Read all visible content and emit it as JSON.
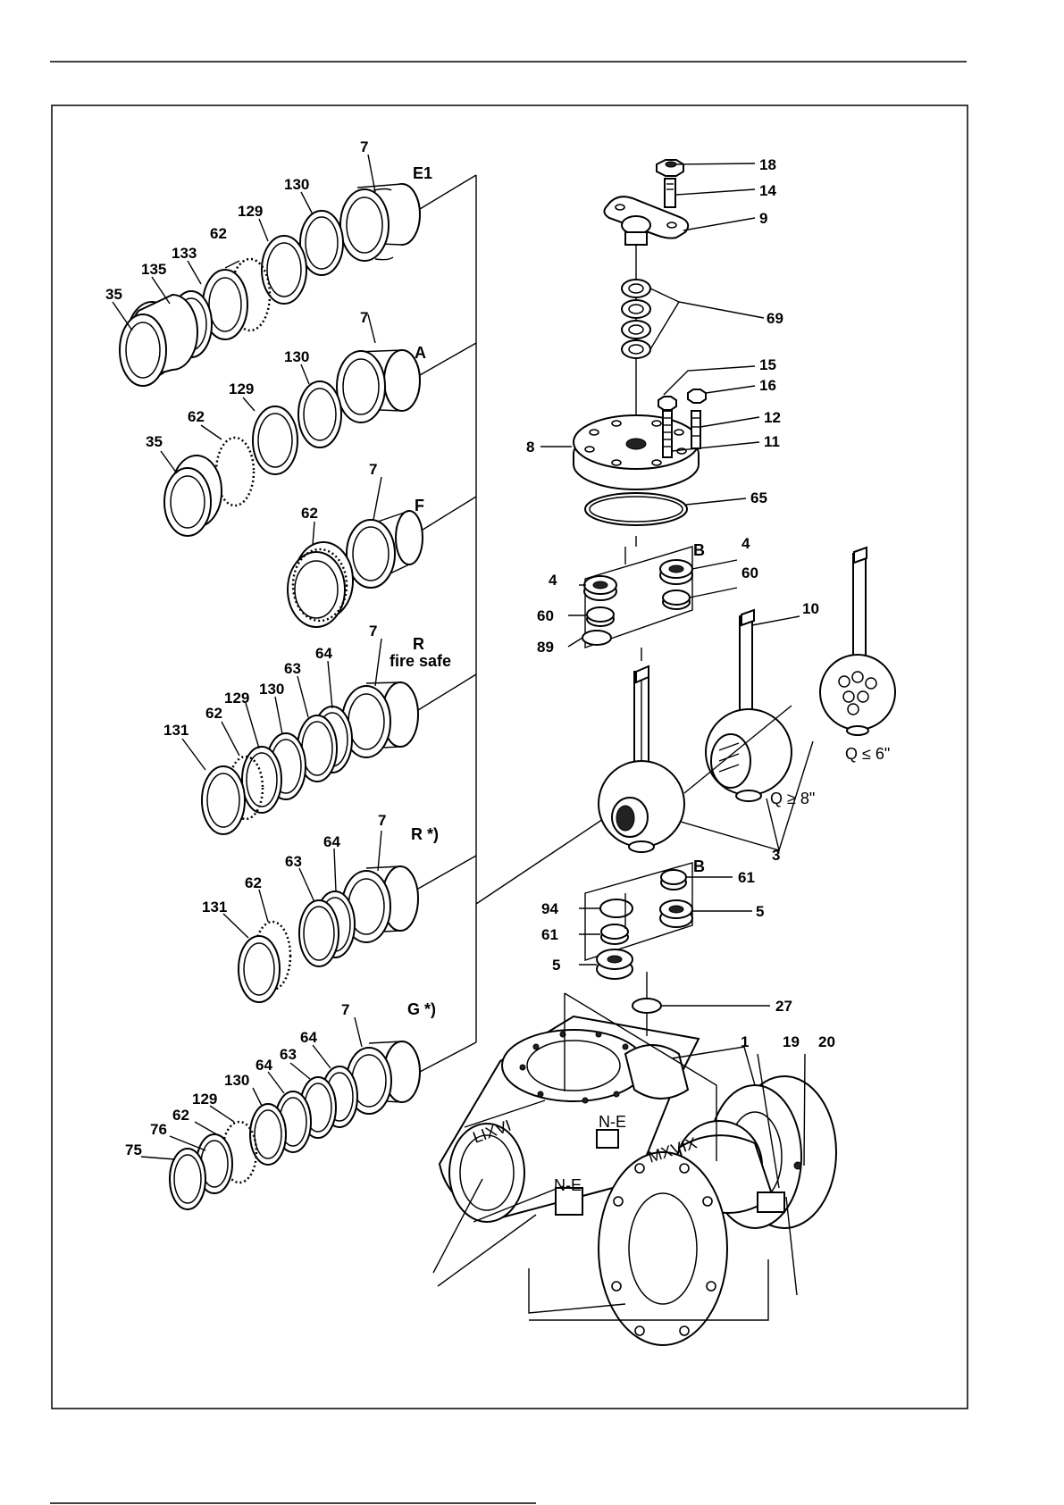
{
  "figure": {
    "variants": {
      "E1": "E1",
      "A": "A",
      "F": "F",
      "R_line1": "R",
      "R_line2": "fire safe",
      "R_star": "R *)",
      "G_star": "G *)",
      "B_upper": "B",
      "B_lower": "B",
      "Q_small": "Q ≤ 6\"",
      "Q_large": "Q ≥ 8\""
    },
    "callouts": {
      "c18": "18",
      "c14": "14",
      "c9": "9",
      "c69": "69",
      "c15": "15",
      "c16": "16",
      "c12": "12",
      "c11": "11",
      "c8": "8",
      "c65": "65",
      "c4a": "4",
      "c4b": "4",
      "c60a": "60",
      "c60b": "60",
      "c89": "89",
      "c10": "10",
      "c3": "3",
      "c61a": "61",
      "c61b": "61",
      "c94": "94",
      "c5a": "5",
      "c5b": "5",
      "c27": "27",
      "c1": "1",
      "c19": "19",
      "c20": "20",
      "e1_7": "7",
      "e1_130": "130",
      "e1_129": "129",
      "e1_62": "62",
      "e1_133": "133",
      "e1_135": "135",
      "e1_35": "35",
      "a_7": "7",
      "a_130": "130",
      "a_129": "129",
      "a_62": "62",
      "a_35": "35",
      "f_7": "7",
      "f_62": "62",
      "r_7": "7",
      "r_64": "64",
      "r_63": "63",
      "r_130": "130",
      "r_129": "129",
      "r_62": "62",
      "r_131": "131",
      "rs_7": "7",
      "rs_64": "64",
      "rs_63": "63",
      "rs_62": "62",
      "rs_131": "131",
      "g_7": "7",
      "g_64a": "64",
      "g_63": "63",
      "g_64b": "64",
      "g_130": "130",
      "g_129": "129",
      "g_62": "62",
      "g_76": "76",
      "g_75": "75"
    },
    "body_markings": {
      "m1": "LIXVI",
      "m2": "MXVIX",
      "m3": "N-E"
    }
  }
}
